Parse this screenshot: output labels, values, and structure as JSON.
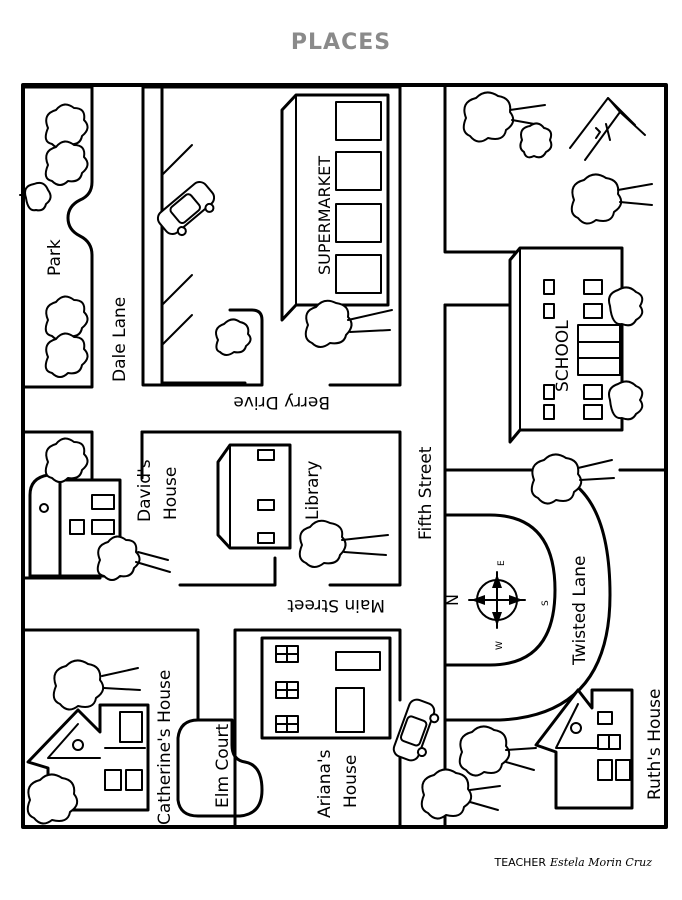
{
  "title": "PLACES",
  "labels": {
    "park": "Park",
    "dale_lane": "Dale Lane",
    "supermarket": "SUPERMARKET",
    "berry_drive": "Berry Drive",
    "school": "SCHOOL",
    "davids_house_1": "David's",
    "davids_house_2": "House",
    "library": "Library",
    "fifth_street": "Fifth Street",
    "main_street": "Main Street",
    "twisted_lane": "Twisted Lane",
    "catherines_house": "Catherine's House",
    "elm_court": "Elm Court",
    "arianas_house_1": "Ariana's",
    "arianas_house_2": "House",
    "ruths_house": "Ruth's House"
  },
  "compass": {
    "n": "N",
    "e": "E",
    "s": "S",
    "w": "W"
  },
  "footer": {
    "prefix": "TEACHER",
    "signature": "Estela Morin Cruz"
  }
}
